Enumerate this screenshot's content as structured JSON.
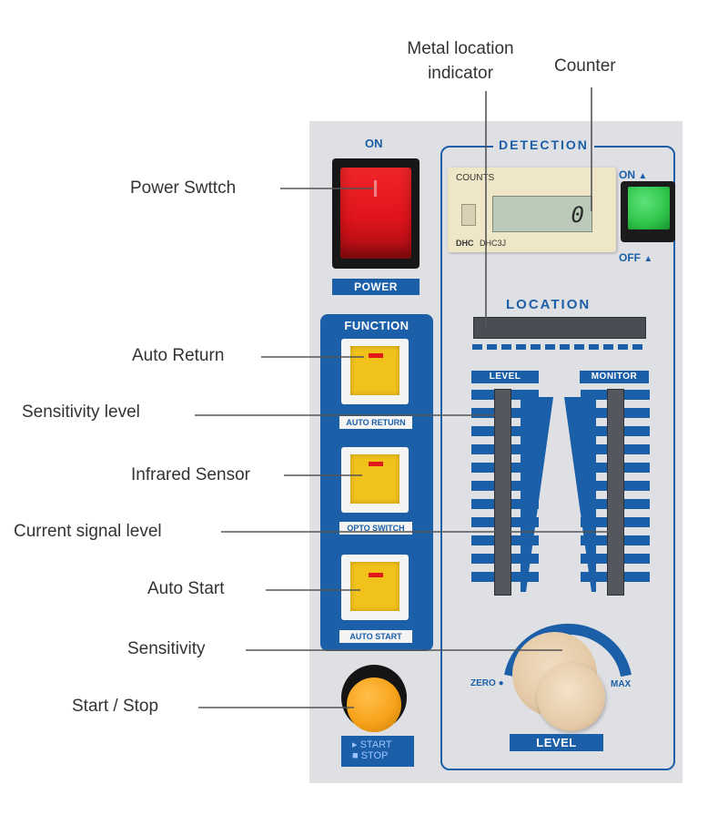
{
  "callouts": {
    "metal_location_indicator": [
      "Metal location",
      "indicator"
    ],
    "counter": "Counter",
    "power_switch": "Power Swttch",
    "auto_return": "Auto Return",
    "sensitivity_level": "Sensitivity level",
    "infrared_sensor": "Infrared Sensor",
    "current_signal_level": "Current signal level",
    "auto_start": "Auto Start",
    "sensitivity": "Sensitivity",
    "start_stop": "Start / Stop"
  },
  "panel": {
    "power": {
      "on_label": "ON",
      "label": "POWER"
    },
    "function": {
      "title": "FUNCTION",
      "buttons": [
        "AUTO RETURN",
        "OPTO SWITCH",
        "AUTO START"
      ]
    },
    "start_stop": {
      "start": "▸ START",
      "stop": "■ STOP"
    },
    "detection": {
      "title": "DETECTION",
      "counts_label": "COUNTS",
      "counter_value": "0",
      "counter_brand": "DHC",
      "counter_model": "DHC3J",
      "on_label": "ON",
      "off_label": "OFF",
      "location_label": "LOCATION",
      "level_label": "LEVEL",
      "monitor_label": "MONITOR",
      "zero_label": "ZERO",
      "max_label": "MAX",
      "knob_label": "LEVEL"
    }
  },
  "colors": {
    "panel": "#dfe0e4",
    "blue": "#1b5fa8",
    "power_red": "#e0141c",
    "function_yellow": "#f2c21c",
    "start_orange": "#f7a21b",
    "detect_green": "#2fc44a",
    "knob": "#e4c9a6"
  }
}
